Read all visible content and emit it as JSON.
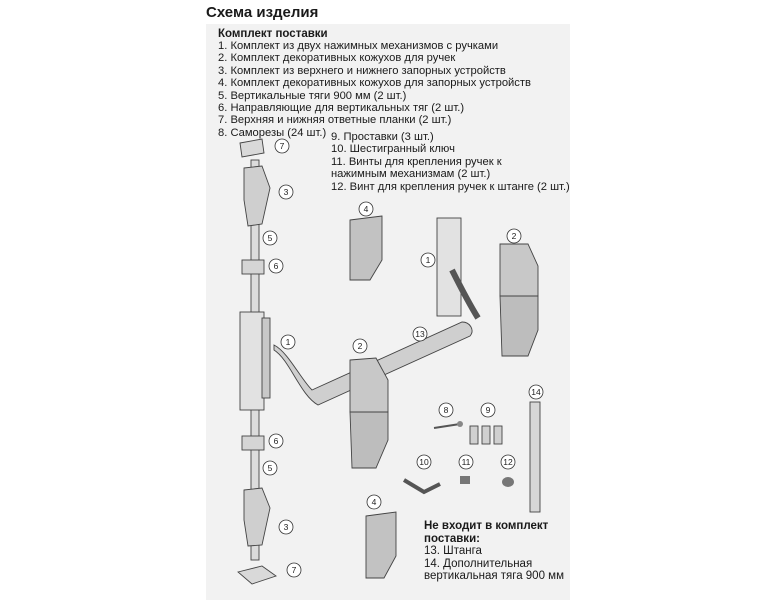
{
  "title": "Схема изделия",
  "kit": {
    "heading": "Комплект поставки",
    "items": [
      "1. Комплект из двух нажимных механизмов с ручками",
      "2. Комплект декоративных кожухов для ручек",
      "3. Комплект из верхнего и нижнего запорных устройств",
      "4. Комплект декоративных кожухов для запорных устройств",
      "5. Вертикальные тяги 900 мм (2 шт.)",
      "6. Направляющие для вертикальных тяг (2 шт.)",
      "7. Верхняя и нижняя ответные планки (2 шт.)",
      "8. Саморезы (24 шт.)"
    ],
    "items_more": [
      "9. Проставки (3 шт.)",
      "10. Шестигранный ключ",
      "11. Винты для крепления ручек к",
      "нажимным механизмам (2 шт.)",
      "12. Винт для крепления ручек к штанге (2 шт.)"
    ]
  },
  "not_included": {
    "heading": "Не входит в комплект",
    "heading2": "поставки:",
    "items": [
      "13. Штанга",
      "14. Дополнительная",
      "вертикальная тяга 900 мм"
    ]
  },
  "callouts": {
    "c1": "1",
    "c2": "2",
    "c3": "3",
    "c4": "4",
    "c5": "5",
    "c6": "6",
    "c7": "7",
    "c8": "8",
    "c9": "9",
    "c10": "10",
    "c11": "11",
    "c12": "12",
    "c13": "13",
    "c14": "14"
  },
  "colors": {
    "panel": "#f2f2f2",
    "metal": "#d9d9d9",
    "cover": "#c8c8c8",
    "dark": "#555555"
  }
}
